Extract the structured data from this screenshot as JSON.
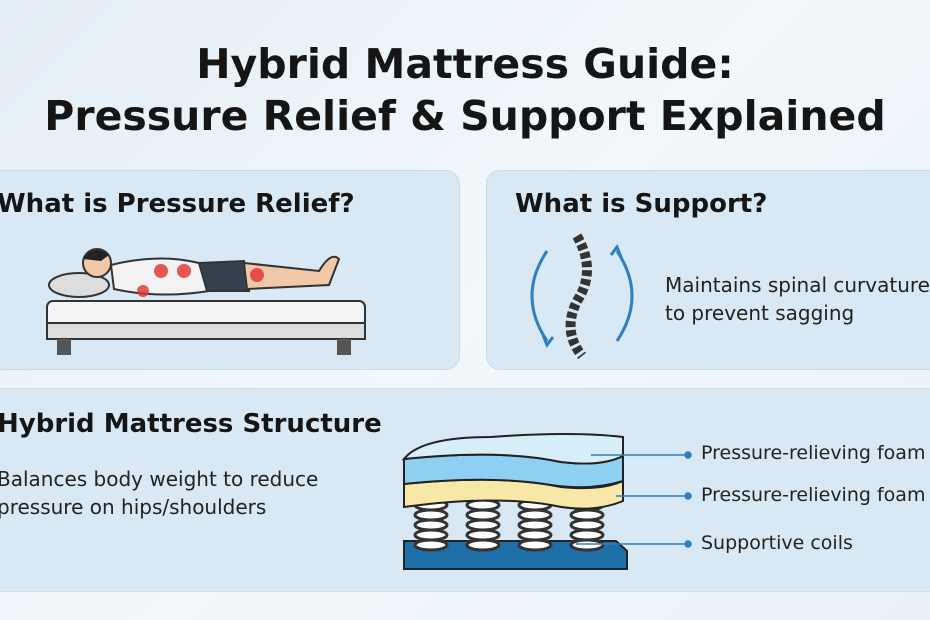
{
  "title": {
    "line1": "Hybrid Mattress Guide:",
    "line2": "Pressure Relief & Support Explained"
  },
  "pressure": {
    "heading": "What is Pressure Relief?"
  },
  "support": {
    "heading": "What is Support?",
    "line1": "Maintains spinal curvature",
    "line2": "to prevent sagging"
  },
  "structure": {
    "heading": "Hybrid Mattress Structure",
    "line1": "Balances body weight to reduce",
    "line2": "pressure on hips/shoulders",
    "labels": [
      "Pressure-relieving foam",
      "Pressure-relieving foam",
      "Supportive coils"
    ]
  },
  "colors": {
    "accent": "#2f7fc0",
    "pressure_point": "#e53030",
    "foam_top": "#d8eef9",
    "foam_blue": "#8fd0f2",
    "foam_yellow": "#f7e8a8",
    "base": "#1e6fa8"
  }
}
